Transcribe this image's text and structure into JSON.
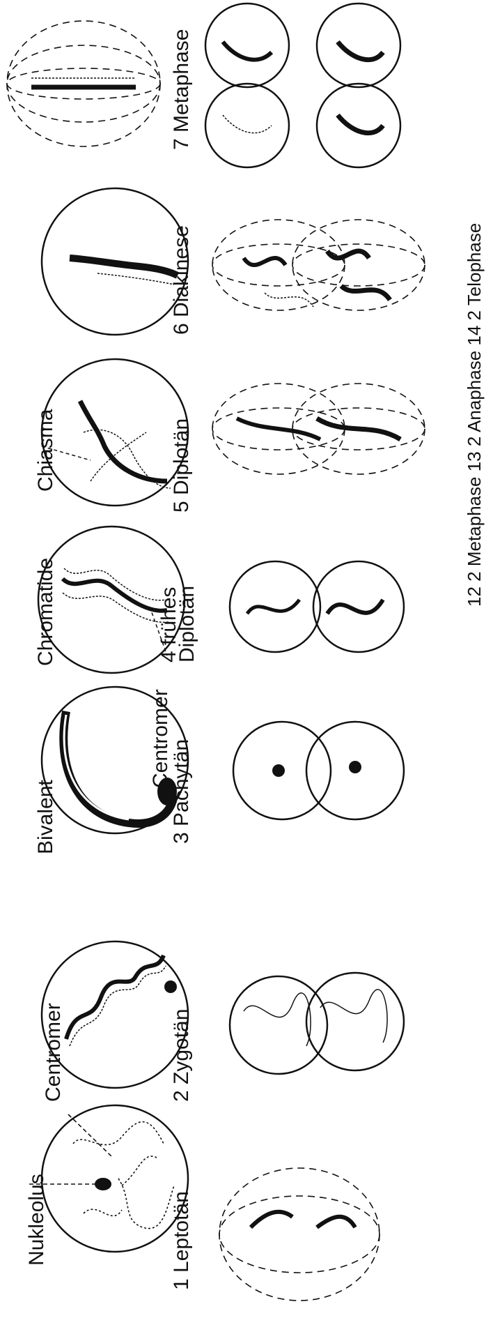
{
  "labels": {
    "nukleolus": "Nukleolus",
    "centromer_top": "Centromer",
    "stage1": "1 Leptotän",
    "stage2": "2 Zygotän",
    "bivalent": "Bivalent",
    "centromer_mid": "Centromer",
    "stage3": "3 Pachytän",
    "chromatide": "Chromatide",
    "stage4_line1": "4 frühes",
    "stage4_line2": "Diplotän",
    "chiasma": "Chiasma",
    "stage5": "5 Diplotän",
    "stage6": "6 Diakinese",
    "stage7": "7 Metaphase",
    "bottom_fragment": "12 2 Metaphase   13 2 Anaphase   14 2 Telophase"
  },
  "colors": {
    "ink": "#111111",
    "paper": "#ffffff"
  }
}
